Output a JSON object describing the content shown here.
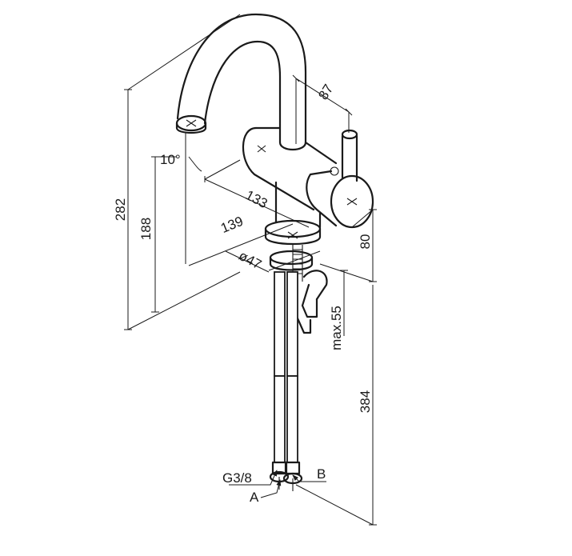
{
  "dimensions": {
    "d87": "87",
    "d133": "133",
    "d139": "139",
    "d282": "282",
    "d188": "188",
    "d80": "80",
    "d47": "ø47",
    "max55": "max.55",
    "d384": "384",
    "angle": "10°"
  },
  "callouts": {
    "thread": "G3/8",
    "a": "A",
    "b": "B"
  }
}
